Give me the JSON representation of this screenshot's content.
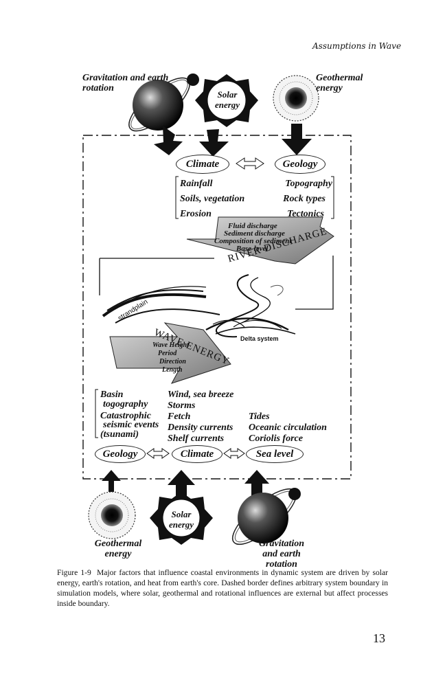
{
  "running_header": "Assumptions in Wave",
  "diagram": {
    "top_left_label": "Gravitation and earth rotation",
    "top_sun_label": "Solar energy",
    "top_right_label": "Geothermal energy",
    "climate": "Climate",
    "geology": "Geology",
    "climate_items": [
      "Rainfall",
      "Soils, vegetation",
      "Erosion"
    ],
    "geology_items": [
      "Topography",
      "Rock types",
      "Tectonics"
    ],
    "discharge_items": [
      "Fluid discharge",
      "Sediment discharge",
      "Composition of sediment",
      "Base-level"
    ],
    "river_discharge": "RIVER DISCHARGE",
    "strandplain": "strandplain",
    "delta_system": "Delta system",
    "wave_energy": "WAVE ENERGY",
    "wave_items": [
      "Wave Height",
      "Period",
      "Direction",
      "Length"
    ],
    "basin_items": [
      "Basin",
      "togography",
      "Catastrophic",
      "seismic events",
      "(tsunami)"
    ],
    "climate_low_items": [
      "Wind, sea breeze",
      "Storms",
      "Fetch",
      "Density currents",
      "Shelf currents"
    ],
    "sea_items": [
      "Tides",
      "Oceanic circulation",
      "Coriolis force"
    ],
    "bottom_geology": "Geology",
    "bottom_climate": "Climate",
    "bottom_sea_level": "Sea level",
    "bottom_left_label": "Geothermal energy",
    "bottom_sun_label": "Solar energy",
    "bottom_right_label": "Gravitation and earth rotation"
  },
  "caption": {
    "figure_label": "Figure 1-9",
    "text": "Major factors that influence coastal environments in dynamic system are driven by solar energy, earth's rotation, and heat from earth's core. Dashed border defines arbitrary system boundary in simulation models, where solar, geothermal and rotational influences are external but affect processes inside boundary."
  },
  "page_number": "13"
}
